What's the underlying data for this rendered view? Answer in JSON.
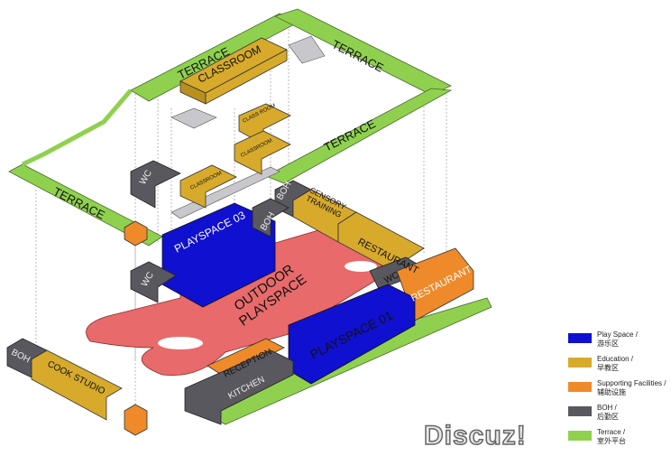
{
  "labels": {
    "terrace_top_left": "TERRACE",
    "terrace_top_right": "TERRACE",
    "terrace_mid_right": "TERRACE",
    "terrace_left": "TERRACE",
    "classroom_top": "CLASSROOM",
    "classroom_small_1": "CLASS ROOM",
    "classroom_small_2": "CLASSROOM",
    "classroom_small_3": "CLASSROOM",
    "wc_upper": "WC",
    "wc_lower": "WC",
    "wc_right": "WC",
    "boh_upper": "BOH",
    "boh_mid": "BOH",
    "boh_left": "BOH",
    "sensory_training": "SENSORY TRAINING",
    "restaurant_upper": "RESTAURANT",
    "restaurant_lower": "RESTAURANT",
    "playspace_03": "PLAYSPACE 03",
    "playspace_01": "PLAYSPACE 01",
    "outdoor_playspace": "OUTDOOR PLAYSPACE",
    "reception": "RECEPTION",
    "kitchen": "KITCHEN",
    "cook_studio": "COOK STUDIO"
  },
  "legend": [
    {
      "label": "Play Space /",
      "label_cn": "游乐区",
      "color": "#1010d0"
    },
    {
      "label": "Education /",
      "label_cn": "早教区",
      "color": "#d7aa2c"
    },
    {
      "label": "Supporting Facilities /",
      "label_cn": "辅助设施",
      "color": "#ee8a2a"
    },
    {
      "label": "BOH /",
      "label_cn": "后勤区",
      "color": "#58585e"
    },
    {
      "label": "Terrace /",
      "label_cn": "室外平台",
      "color": "#8fd14f"
    }
  ],
  "watermark": "Discuz!"
}
